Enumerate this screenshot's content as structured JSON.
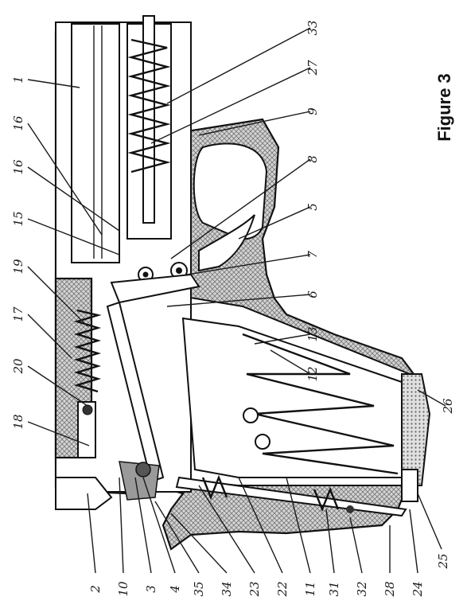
{
  "figure": {
    "caption": "Figure 3",
    "top_callouts": [
      "1",
      "16",
      "16",
      "15",
      "19",
      "17",
      "20",
      "18"
    ],
    "right_callouts": [
      "33",
      "27",
      "9",
      "8",
      "5",
      "7",
      "6",
      "13",
      "12",
      "26"
    ],
    "bottom_callouts": [
      "2",
      "10",
      "3",
      "4",
      "35",
      "34",
      "23",
      "22",
      "11",
      "31",
      "32",
      "28",
      "24",
      "25"
    ]
  },
  "colors": {
    "ink": "#1a1a1a",
    "hatch": "#8c8c8c",
    "shade": "#9a9a9a"
  }
}
